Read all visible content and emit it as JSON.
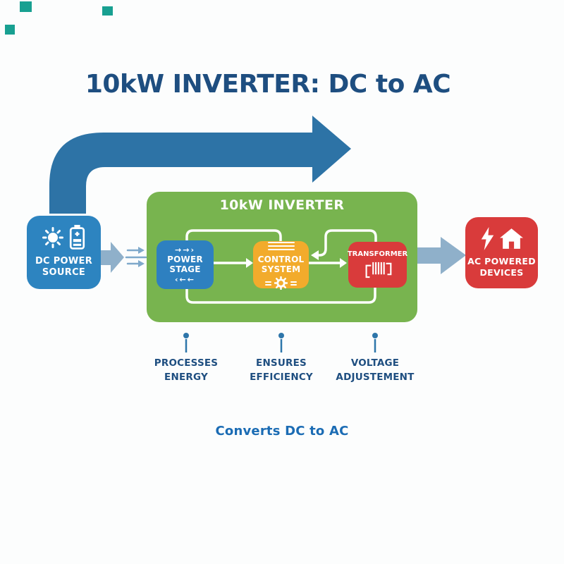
{
  "title": "10kW INVERTER: DC to AC",
  "footer": "Converts DC to AC",
  "dc_source": {
    "line1": "DC POWER",
    "line2": "SOURCE"
  },
  "inverter": {
    "title": "10kW INVERTER"
  },
  "power_stage": {
    "arrows_top": "→→›",
    "line1": "POWER",
    "line2": "STAGE",
    "arrows_bottom": "‹←←"
  },
  "control_system": {
    "line1": "CONTROL",
    "line2": "SYSTEM"
  },
  "transformer": {
    "label": "TRANSFORMER"
  },
  "ac_devices": {
    "line1": "AC POWERED",
    "line2": "DEVICES"
  },
  "callouts": [
    {
      "line1": "PROCESSES",
      "line2": "ENERGY"
    },
    {
      "line1": "ENSURES",
      "line2": "EFFICIENCY"
    },
    {
      "line1": "VOLTAGE",
      "line2": "ADJUSTEMENT"
    }
  ],
  "icons": {
    "dc_source": [
      "sun-icon",
      "battery-icon"
    ],
    "control_system": [
      "menu-lines-icon",
      "gear-icon"
    ],
    "transformer": [
      "transformer-coil-icon"
    ],
    "ac_devices": [
      "lightning-icon",
      "house-icon"
    ]
  },
  "colors": {
    "background": "#FCFDFD",
    "title_navy": "#1E4E80",
    "flow_arrow_blue": "#2D73A6",
    "dc_box_blue": "#2D84C0",
    "inverter_green": "#78B44F",
    "power_stage_blue": "#2E80C0",
    "control_yellow": "#F2AB2C",
    "transformer_red": "#D93B3B",
    "ac_box_red": "#D93B3B",
    "io_arrow_gray_blue": "#8FB0CA",
    "connector_white": "#FFFFFF",
    "callout_pin_blue": "#2E76AA",
    "footer_blue": "#1B6CB4",
    "decor_teal": "#18A091"
  }
}
